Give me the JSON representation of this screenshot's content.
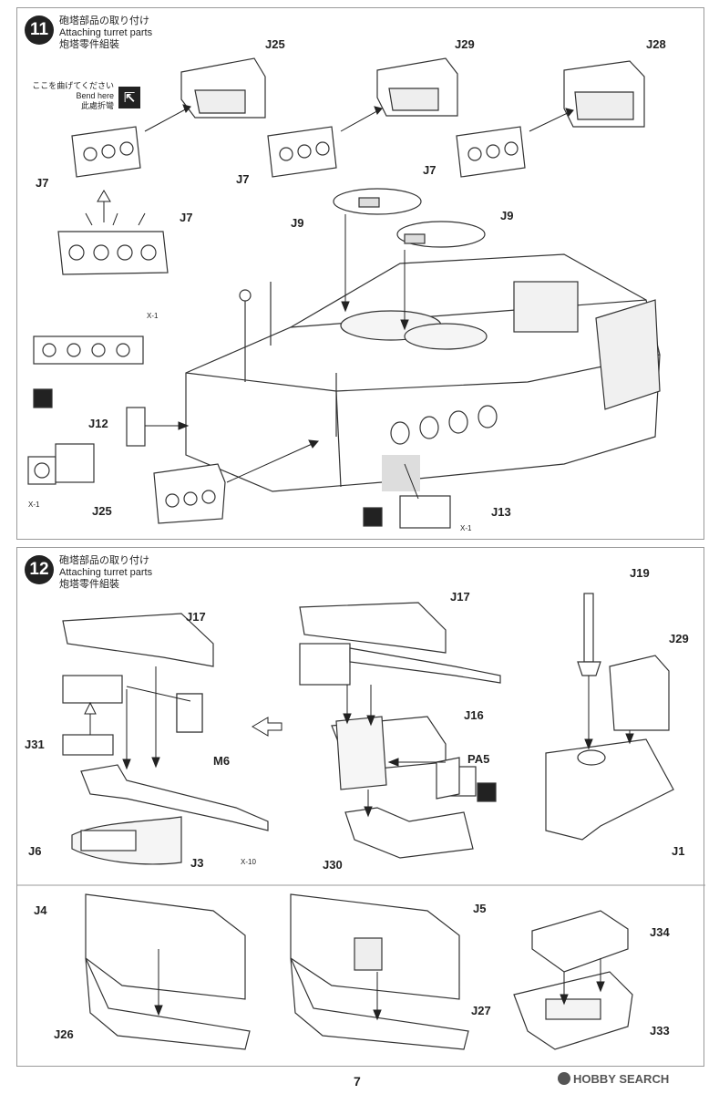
{
  "step11": {
    "number": "11",
    "title_jp": "砲塔部品の取り付け",
    "title_en": "Attaching turret parts",
    "title_cn": "炮塔零件組裝",
    "bend_note": {
      "jp": "ここを曲げてください",
      "en": "Bend here",
      "cn": "此處折彎"
    },
    "labels": {
      "j25_top": "J25",
      "j29": "J29",
      "j28": "J28",
      "j7_a": "J7",
      "j7_b": "J7",
      "j7_c": "J7",
      "j7_strip": "J7",
      "j9_a": "J9",
      "j9_b": "J9",
      "x1_a": "X-1",
      "x1_b": "X-1",
      "x1_c": "X-1",
      "j12": "J12",
      "j25_bottom": "J25",
      "j13": "J13"
    }
  },
  "step12": {
    "number": "12",
    "title_jp": "砲塔部品の取り付け",
    "title_en": "Attaching turret parts",
    "title_cn": "炮塔零件組裝",
    "labels": {
      "j17_a": "J17",
      "j17_b": "J17",
      "j19": "J19",
      "j29": "J29",
      "j31": "J31",
      "m6": "M6",
      "j16": "J16",
      "pa5": "PA5",
      "j6": "J6",
      "j3": "J3",
      "x10": "X-10",
      "j30": "J30",
      "j1": "J1",
      "j4": "J4",
      "j5": "J5",
      "j34": "J34",
      "j26": "J26",
      "j27": "J27",
      "j33": "J33"
    }
  },
  "page_number": "7",
  "watermark": "HOBBY SEARCH"
}
